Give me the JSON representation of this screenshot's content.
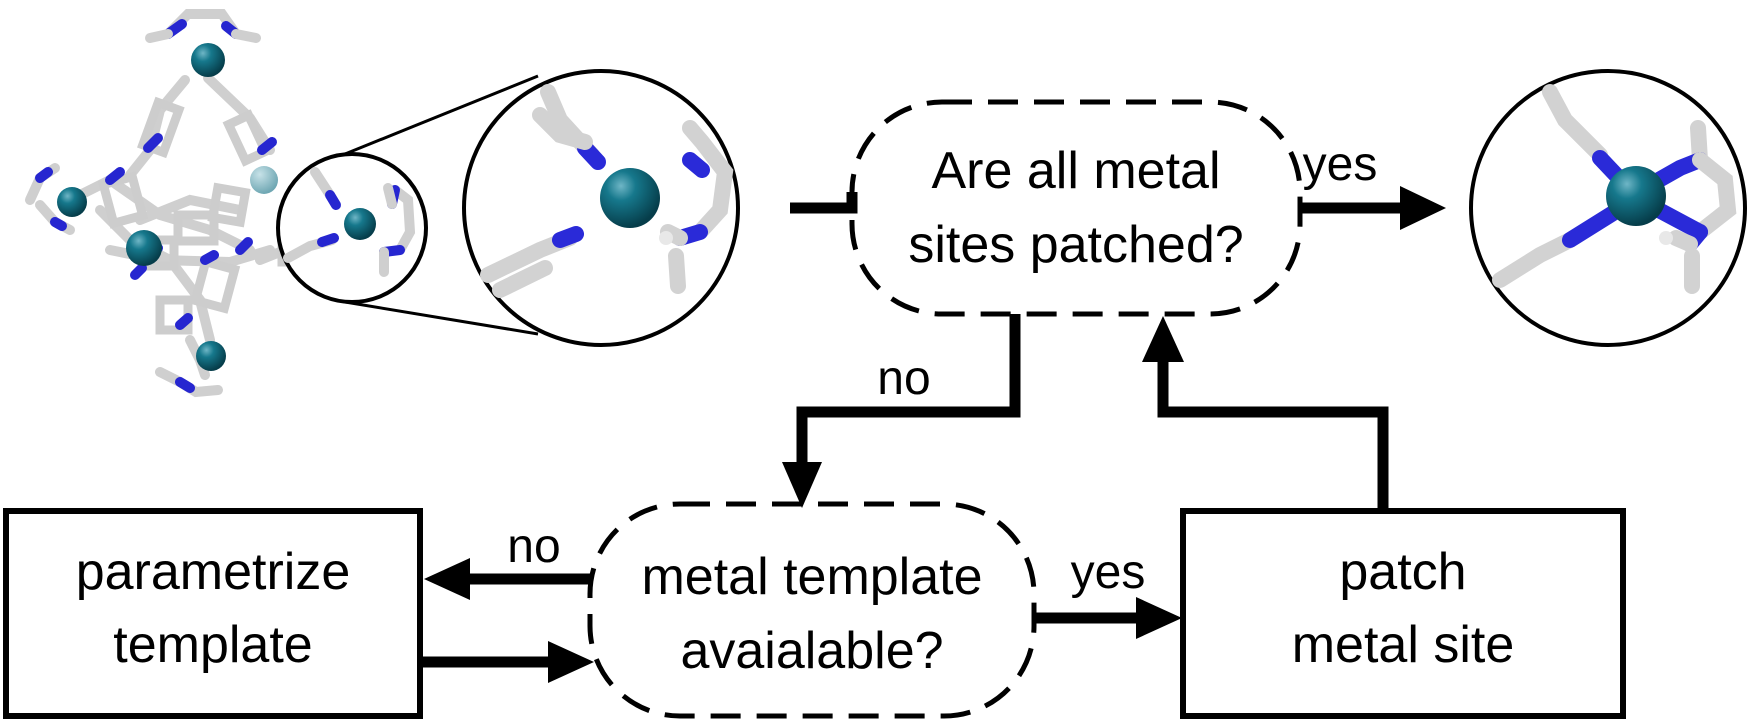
{
  "nodes": {
    "question_patched": {
      "line1": "Are all metal",
      "line2": "sites patched?"
    },
    "question_template": {
      "line1": "metal template",
      "line2": "avaialable?"
    },
    "parametrize": {
      "line1": "parametrize",
      "line2": "template"
    },
    "patch": {
      "line1": "patch",
      "line2": "metal site"
    }
  },
  "edges": {
    "patched_yes": "yes",
    "patched_no": "no",
    "template_no": "no",
    "template_yes": "yes"
  },
  "colors": {
    "metal_ion": "#0e6577",
    "nitrogen": "#2626d0",
    "carbon": "#cfcfcf",
    "line": "#000000"
  },
  "icons": {
    "molecule": "metal-organic-cage-molecule",
    "zoom_unpatched": "unpatched-metal-site-zoom",
    "zoom_patched": "patched-metal-site-zoom"
  }
}
